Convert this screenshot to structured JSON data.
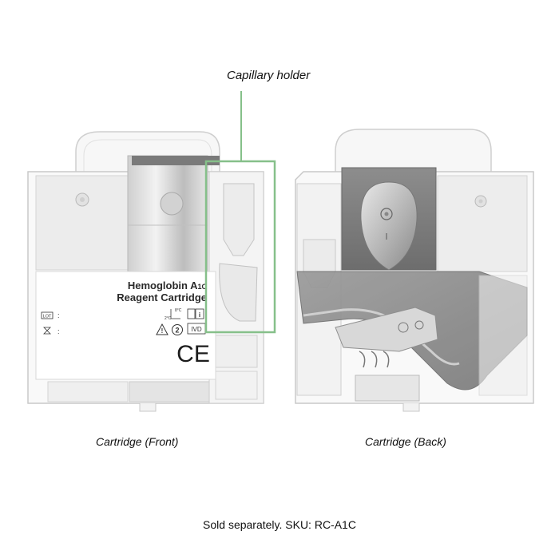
{
  "annotation": {
    "capillary_label": "Capillary holder",
    "highlight_color": "#86c08a"
  },
  "front": {
    "caption": "Cartridge (Front)",
    "label": {
      "line1": "Hemoglobin A",
      "line1_sub": "1C",
      "line2": "Reagent Cartridge",
      "lot": "LOT",
      "ce": "CE",
      "ivd": "IVD",
      "single_use": "2",
      "temp_low": "2°C",
      "temp_high": "8°C",
      "info_icon": "i"
    }
  },
  "back": {
    "caption": "Cartridge (Back)"
  },
  "footer": {
    "text": "Sold separately. SKU: RC-A1C"
  }
}
